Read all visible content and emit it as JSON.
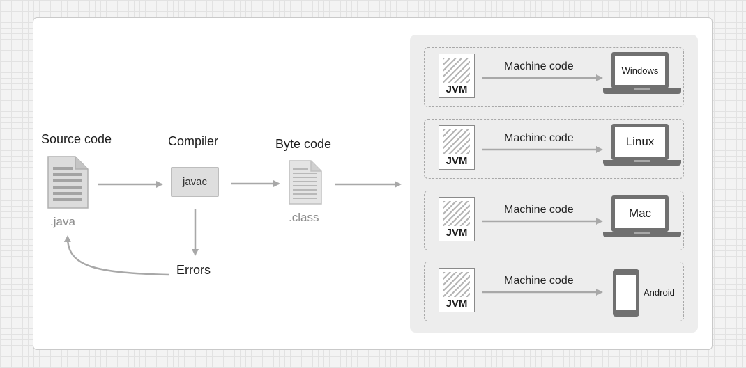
{
  "source": {
    "title": "Source code",
    "file_label": ".java"
  },
  "compiler": {
    "title": "Compiler",
    "box_label": "javac"
  },
  "bytecode": {
    "title": "Byte code",
    "file_label": ".class"
  },
  "errors": {
    "label": "Errors"
  },
  "platforms": [
    {
      "vm_label": "JVM",
      "arrow_label": "Machine code",
      "device": "laptop",
      "os_label": "Windows",
      "font_size": 13
    },
    {
      "vm_label": "JVM",
      "arrow_label": "Machine code",
      "device": "laptop",
      "os_label": "Linux",
      "font_size": 17
    },
    {
      "vm_label": "JVM",
      "arrow_label": "Machine code",
      "device": "laptop",
      "os_label": "Mac",
      "font_size": 17
    },
    {
      "vm_label": "JVM",
      "arrow_label": "Machine code",
      "device": "phone",
      "os_label": "Android",
      "font_size": 13
    }
  ],
  "colors": {
    "arrow": "#a8a8a8",
    "device": "#707070",
    "panel": "#ededed"
  }
}
